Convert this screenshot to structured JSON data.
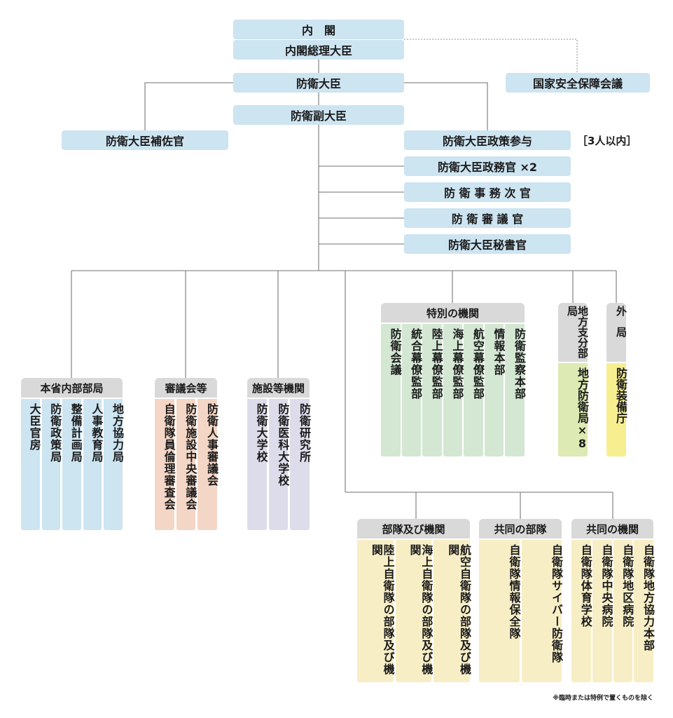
{
  "top": {
    "cabinet": "内　閣",
    "prime_minister": "内閣総理大臣",
    "nsc": "国家安全保障会議",
    "minister": "防衛大臣",
    "vice_minister": "防衛副大臣",
    "aide": "防衛大臣補佐官",
    "policy_advisor": "防衛大臣政策参与",
    "policy_advisor_note": "［3人以内］",
    "parliamentary_vice": "防衛大臣政務官 ×2",
    "admin_vice": "防 衛 事 務 次 官",
    "councillor": "防 衛 審 議 官",
    "secretary": "防衛大臣秘書官"
  },
  "groups": {
    "internal_bureaus": {
      "title": "本省内部部局",
      "items": [
        "大臣官房",
        "防衛政策局",
        "整備計画局",
        "人事教育局",
        "地方協力局"
      ]
    },
    "councils": {
      "title": "審議会等",
      "items": [
        "自衛隊員倫理審査会",
        "防衛施設中央審議会",
        "防衛人事審議会"
      ]
    },
    "facilities": {
      "title": "施設等機関",
      "items": [
        "防衛大学校",
        "防衛医科大学校",
        "防衛研究所"
      ]
    },
    "special": {
      "title": "特別の機関",
      "items": [
        "防衛会議",
        "統合幕僚監部",
        "陸上幕僚監部",
        "海上幕僚監部",
        "航空幕僚監部",
        "情報本部",
        "防衛監察本部"
      ]
    },
    "regional": {
      "title": "地方支分部局",
      "item": "地方防衛局×8"
    },
    "external": {
      "title": "外　局",
      "item": "防衛装備庁"
    },
    "units": {
      "title": "部隊及び機関",
      "items": [
        "陸上自衛隊の部隊及び機関",
        "海上自衛隊の部隊及び機関",
        "航空自衛隊の部隊及び機関"
      ]
    },
    "joint_units": {
      "title": "共同の部隊",
      "items": [
        "自衛隊情報保全隊",
        "自衛隊サイバー防衛隊"
      ]
    },
    "joint_orgs": {
      "title": "共同の機関",
      "items": [
        "自衛隊体育学校",
        "自衛隊中央病院",
        "自衛隊地区病院",
        "自衛隊地方協力本部"
      ]
    }
  },
  "footnote": "※臨時または特例で置くものを除く"
}
